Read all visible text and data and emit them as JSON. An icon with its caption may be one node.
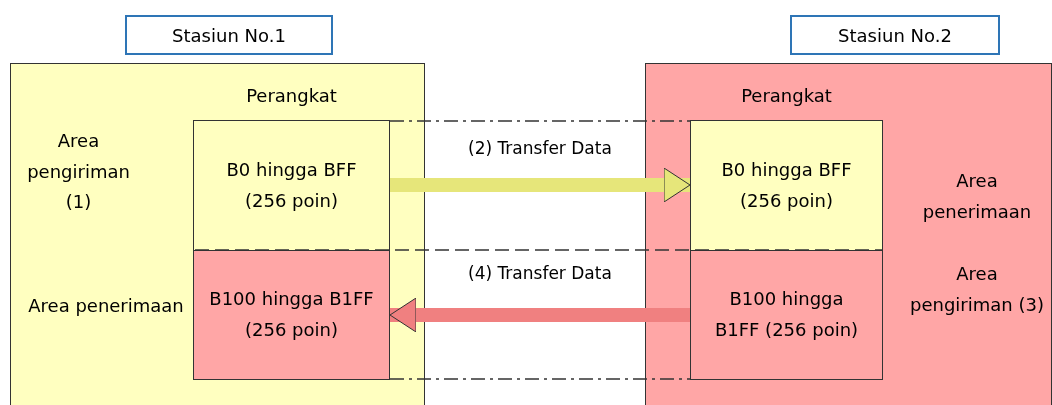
{
  "diagram": {
    "nodes": [
      {
        "text": [
          "Stasiun No.1"
        ]
      },
      {
        "text": [
          "Perangkat"
        ],
        "in": 0
      },
      {
        "text": [
          "B0 hingga BFF (256 poin)"
        ],
        "in": 1,
        "beside": [
          "Area pengiriman (1)"
        ]
      },
      {
        "text": [
          "B100 hingga B1FF (256 poin)"
        ],
        "in": 1,
        "beside": [
          "Area penerimaan"
        ]
      },
      {
        "text": [
          "Stasiun No.2"
        ]
      },
      {
        "text": [
          "Perangkat"
        ],
        "in": 4
      },
      {
        "text": [
          "B0 hingga BFF (256 poin)"
        ],
        "in": 5,
        "beside": [
          "Area penerimaan"
        ]
      },
      {
        "text": [
          "B100 hingga B1FF (256 poin)"
        ],
        "in": 5,
        "beside": [
          "Area pengiriman (3)"
        ]
      }
    ],
    "edges": [
      {
        "from": 2,
        "to": 6,
        "arrow": "to",
        "label": "(2) Transfer Data",
        "color": "#e6e67a"
      },
      {
        "from": 7,
        "to": 3,
        "arrow": "to",
        "label": "(4) Transfer Data",
        "color": "#f08080"
      }
    ]
  }
}
